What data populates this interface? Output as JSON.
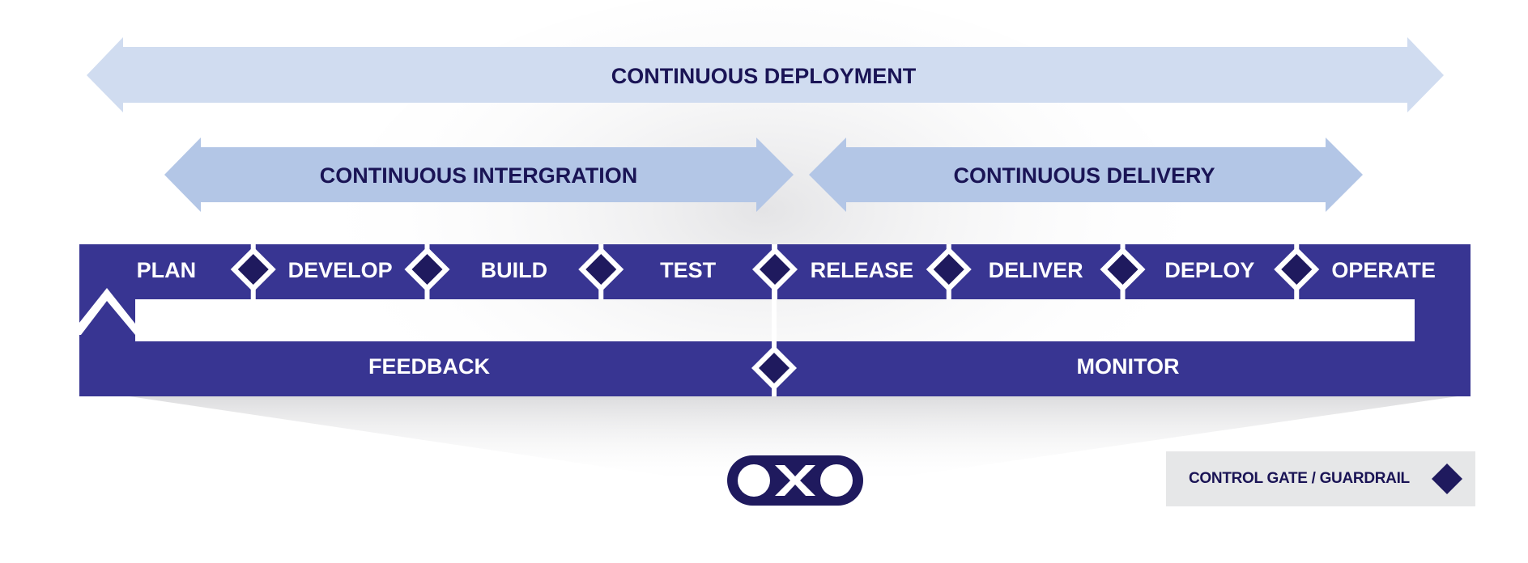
{
  "bands": {
    "deployment": "CONTINUOUS DEPLOYMENT",
    "integration": "CONTINUOUS INTERGRATION",
    "delivery": "CONTINUOUS DELIVERY"
  },
  "stages": [
    "PLAN",
    "DEVELOP",
    "BUILD",
    "TEST",
    "RELEASE",
    "DELIVER",
    "DEPLOY",
    "OPERATE"
  ],
  "loop": {
    "left_label": "FEEDBACK",
    "right_label": "MONITOR"
  },
  "legend": {
    "label": "CONTROL GATE / GUARDRAIL",
    "icon": "diamond-gate-icon"
  },
  "logo": {
    "icon": "infinity-logo-icon"
  },
  "colors": {
    "band_light": "#d0dcf0",
    "band_mid": "#b3c6e6",
    "pipeline": "#383592",
    "text_dark": "#1a1455",
    "gate": "#1f1a5e",
    "legend_bg": "#e6e7e8"
  }
}
